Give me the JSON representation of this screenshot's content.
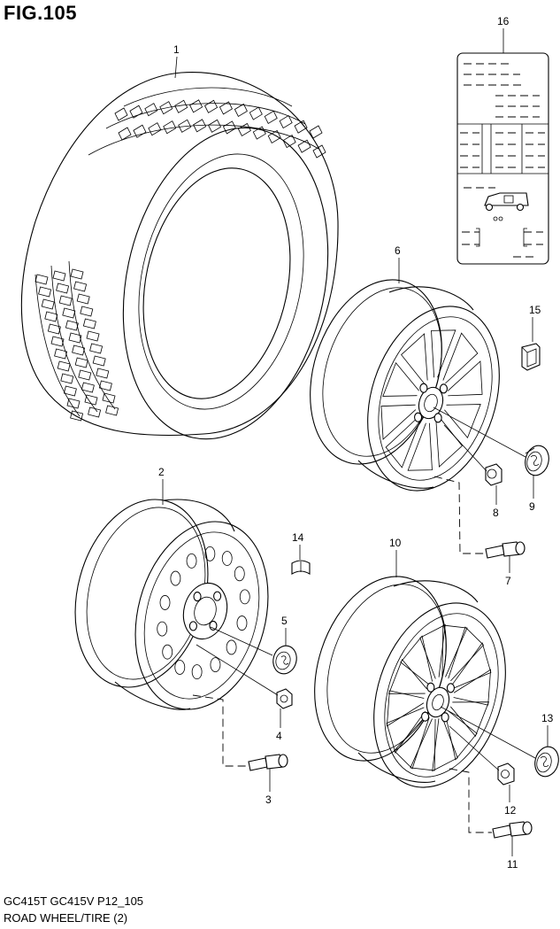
{
  "figure": {
    "title": "FIG.105",
    "footer_line1": "GC415T GC415V P12_105",
    "footer_line2": "ROAD WHEEL/TIRE (2)"
  },
  "callouts": {
    "c1": "1",
    "c2": "2",
    "c3": "3",
    "c4": "4",
    "c5": "5",
    "c6": "6",
    "c7": "7",
    "c8": "8",
    "c9": "9",
    "c10": "10",
    "c11": "11",
    "c12": "12",
    "c13": "13",
    "c14": "14",
    "c15": "15",
    "c16": "16"
  }
}
